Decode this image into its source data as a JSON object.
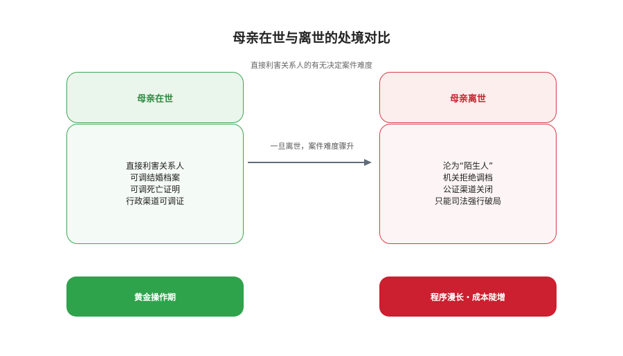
{
  "title": "母亲在世与离世的处境对比",
  "subtitle": "直接利害关系人的有无决定案件难度",
  "left": {
    "header": "母亲在世",
    "lines": [
      "直接利害关系人",
      "可调结婚档案",
      "可调死亡证明",
      "行政渠道可调证"
    ],
    "footer": "黄金操作期"
  },
  "right": {
    "header": "母亲离世",
    "lines": [
      "沦为“陌生人”",
      "机关拒绝调档",
      "公证渠道关闭",
      "只能司法强行破局"
    ],
    "footer": "程序漫长・成本陡增"
  },
  "arrow_label": "一旦离世，案件难度骤升",
  "colors": {
    "green": "#2fa34c",
    "red": "#cc1f2f",
    "arrow": "#5f6b78"
  }
}
